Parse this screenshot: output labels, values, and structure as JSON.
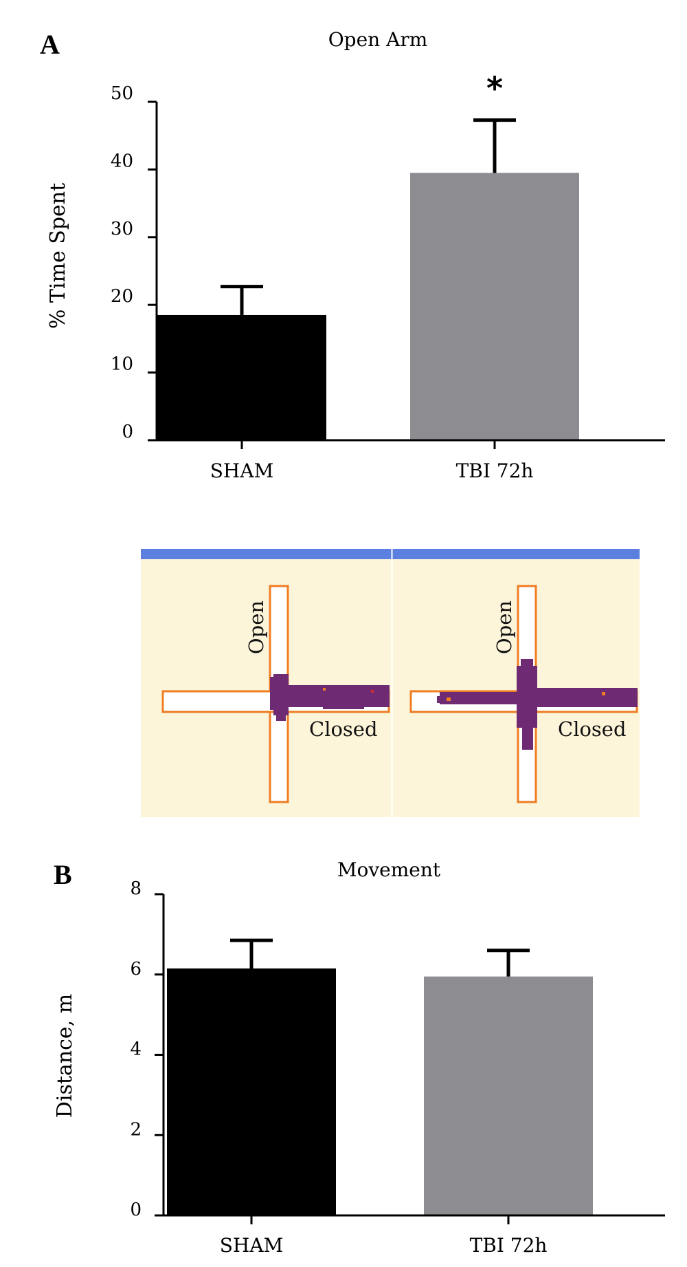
{
  "panels": {
    "a": {
      "letter": "A"
    },
    "b": {
      "letter": "B"
    }
  },
  "chart_data": [
    {
      "type": "bar",
      "title": "Open Arm",
      "ylabel": "% Time Spent",
      "xlabel": "",
      "categories": [
        "SHAM",
        "TBI 72h"
      ],
      "values": [
        18.5,
        39.5
      ],
      "errors": [
        4.2,
        7.8
      ],
      "ylim": [
        0,
        50
      ],
      "yticks": [
        0,
        10,
        20,
        30,
        40,
        50
      ],
      "significance": [
        "",
        "*"
      ],
      "colors": [
        "#000000",
        "#8d8c91"
      ],
      "grid": false
    },
    {
      "type": "bar",
      "title": "Movement",
      "ylabel": "Distance, m",
      "xlabel": "",
      "categories": [
        "SHAM",
        "TBI 72h"
      ],
      "values": [
        6.15,
        5.95
      ],
      "errors": [
        0.7,
        0.65
      ],
      "ylim": [
        0,
        8
      ],
      "yticks": [
        0,
        2,
        4,
        6,
        8
      ],
      "colors": [
        "#000000",
        "#8d8c91"
      ],
      "grid": false
    }
  ],
  "maze": {
    "panels": [
      {
        "open_label": "Open",
        "closed_label": "Closed"
      },
      {
        "open_label": "Open",
        "closed_label": "Closed"
      }
    ],
    "colors": {
      "background": "#fdf5da",
      "header_bar": "#5b80e0",
      "arm_outline": "#ef7d22",
      "track": "#6e2b73"
    }
  }
}
